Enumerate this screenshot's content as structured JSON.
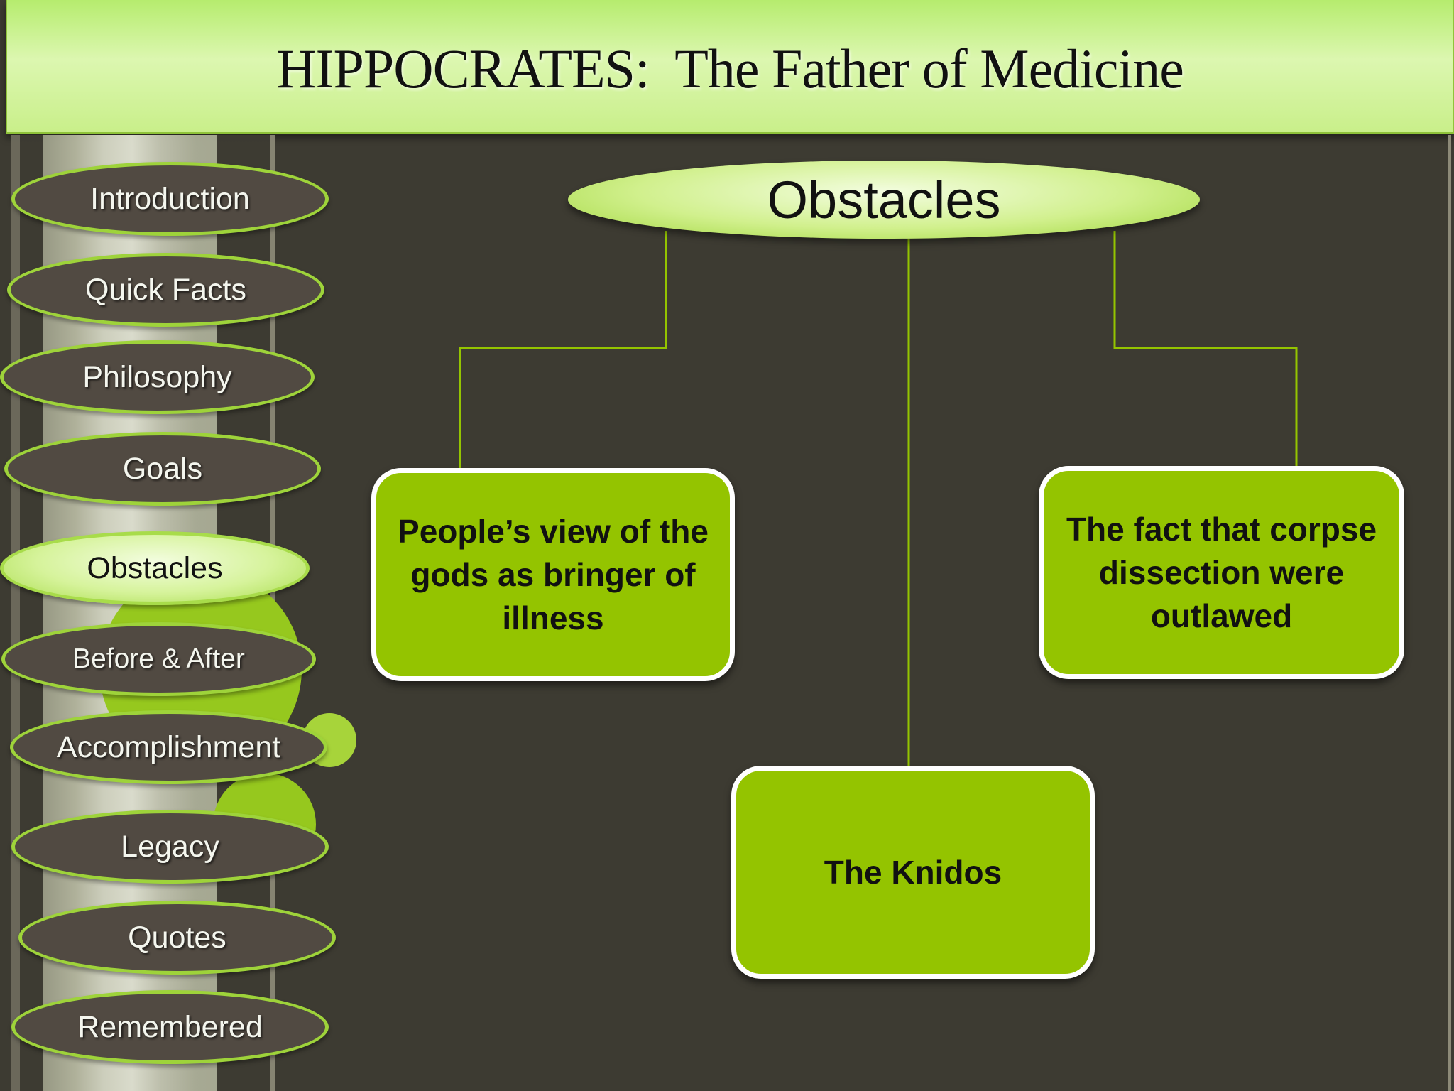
{
  "title": "HIPPOCRATES:  The Father of Medicine",
  "nav": {
    "items": [
      {
        "label": "Introduction"
      },
      {
        "label": "Quick Facts"
      },
      {
        "label": "Philosophy"
      },
      {
        "label": "Goals"
      },
      {
        "label": "Obstacles",
        "active": true
      },
      {
        "label": "Before & After"
      },
      {
        "label": "Accomplishment"
      },
      {
        "label": "Legacy"
      },
      {
        "label": "Quotes"
      },
      {
        "label": "Remembered"
      }
    ]
  },
  "diagram": {
    "root": "Obstacles",
    "children": [
      "People’s view of the gods as bringer of illness",
      "The Knidos",
      "The fact that corpse dissection were outlawed"
    ]
  },
  "colors": {
    "accent": "#94c400",
    "background": "#3d3b32",
    "nav_fill": "#514a42",
    "nav_border": "#9ed33a"
  }
}
